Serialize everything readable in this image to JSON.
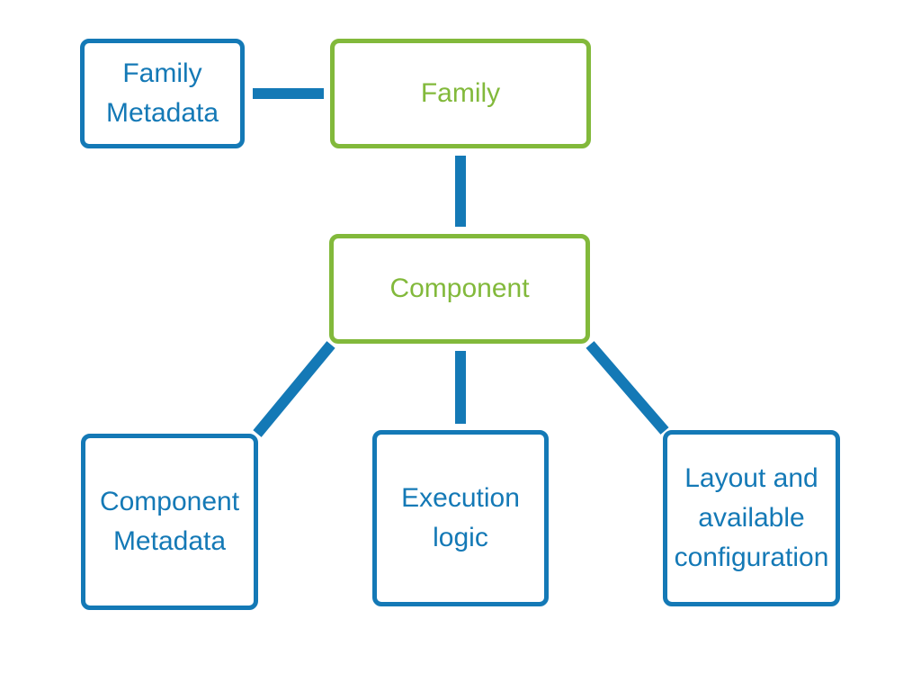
{
  "colors": {
    "blue": "#1479b6",
    "green": "#82b93b",
    "background": "#ffffff"
  },
  "nodes": {
    "family_metadata": {
      "lines": [
        "Family",
        "Metadata"
      ]
    },
    "family": {
      "lines": [
        "Family"
      ]
    },
    "component": {
      "lines": [
        "Component"
      ]
    },
    "component_metadata": {
      "lines": [
        "Component",
        "Metadata"
      ]
    },
    "execution_logic": {
      "lines": [
        "Execution",
        "logic"
      ]
    },
    "layout_config": {
      "lines": [
        "Layout and",
        "available",
        "configuration"
      ]
    }
  },
  "edges": [
    {
      "from": "family_metadata",
      "to": "family"
    },
    {
      "from": "family",
      "to": "component"
    },
    {
      "from": "component",
      "to": "component_metadata"
    },
    {
      "from": "component",
      "to": "execution_logic"
    },
    {
      "from": "component",
      "to": "layout_config"
    }
  ]
}
